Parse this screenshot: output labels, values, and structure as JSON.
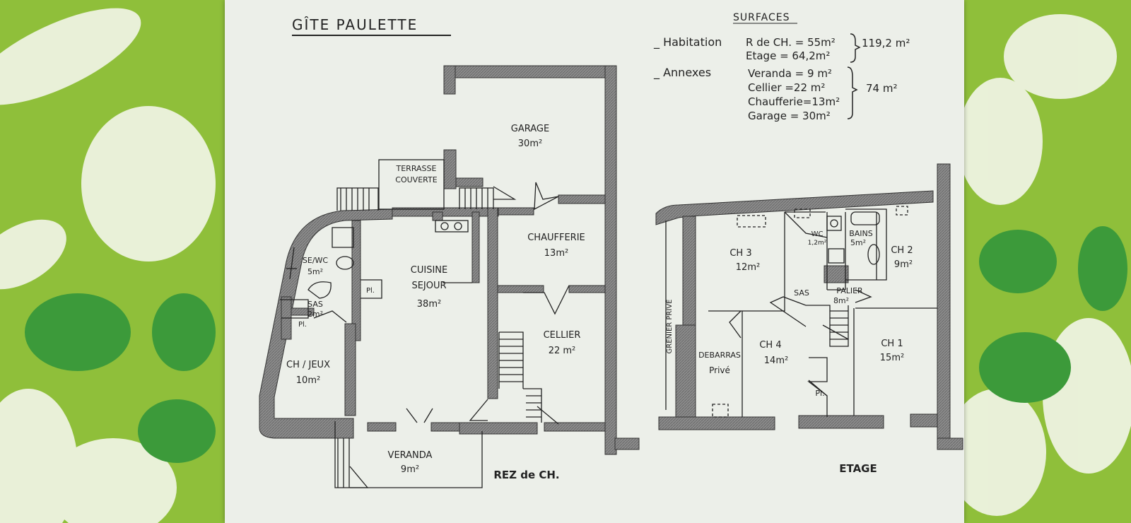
{
  "title": "GÎTE PAULETTE",
  "surfaces": {
    "heading": "SURFACES",
    "habitation_label": "_ Habitation",
    "rdc_line": "R de CH. =   55m²",
    "etage_line": "Etage =   64,2m²",
    "habitation_total": "119,2 m²",
    "annexes_label": "_ Annexes",
    "veranda_line": "Veranda = 9 m²",
    "cellier_line": "Cellier   =22 m²",
    "chaufferie_line": "Chaufferie=13m²",
    "garage_line": "Garage   = 30m²",
    "annexes_total": "74 m²"
  },
  "ground_floor": {
    "label": "REZ de CH.",
    "garage": "GARAGE",
    "garage_area": "30m²",
    "terrasse_1": "TERRASSE",
    "terrasse_2": "COUVERTE",
    "chaufferie": "CHAUFFERIE",
    "chaufferie_area": "13m²",
    "cuisine": "CUISINE",
    "sejour": "SEJOUR",
    "sejour_area": "38m²",
    "cellier": "CELLIER",
    "cellier_area": "22 m²",
    "se_wc": "SE/WC",
    "se_wc_area": "5m²",
    "sas": "SAS",
    "sas_area": "2m²",
    "pl_1": "Pl.",
    "pl_2": "Pl.",
    "ch_jeux": "CH / JEUX",
    "ch_jeux_area": "10m²",
    "veranda": "VERANDA",
    "veranda_area": "9m²"
  },
  "upper_floor": {
    "label": "ETAGE",
    "grenier": "GRENIER PRIVÉ",
    "ch3": "CH 3",
    "ch3_area": "12m²",
    "wc": "WC",
    "wc_area": "1,2m²",
    "bains": "BAINS",
    "bains_area": "5m²",
    "ch2": "CH 2",
    "ch2_area": "9m²",
    "sas": "SAS",
    "palier": "PALIER",
    "palier_area": "8m²",
    "ch4": "CH 4",
    "ch4_area": "14m²",
    "ch1": "CH 1",
    "ch1_area": "15m²",
    "debarras_1": "DEBARRAS",
    "debarras_2": "Privé",
    "pl": "Pl."
  },
  "colors": {
    "tablecloth": "#8fbf3a",
    "paper": "#ecefe9",
    "wall": "#8a8a8a",
    "ink": "#222222"
  }
}
